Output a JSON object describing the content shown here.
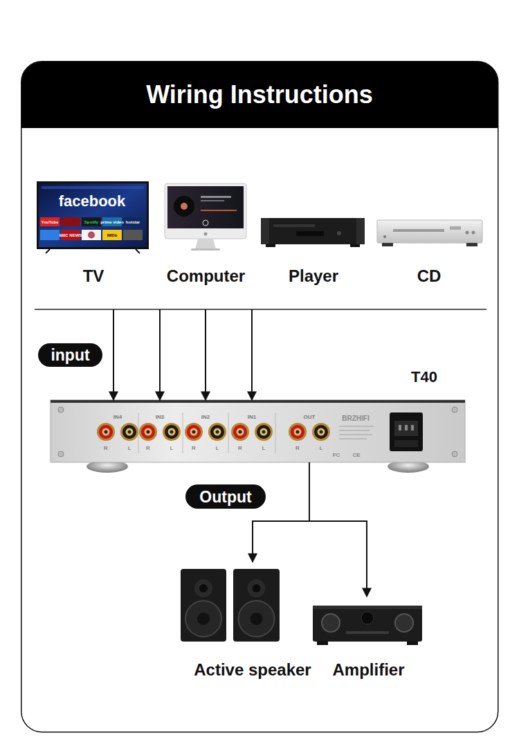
{
  "diagram": {
    "title": "Wiring Instructions",
    "nodes": [
      {
        "text": [
          "TV"
        ]
      },
      {
        "text": [
          "Computer"
        ]
      },
      {
        "text": [
          "Player"
        ]
      },
      {
        "text": [
          "CD"
        ]
      },
      {
        "text": [
          "input"
        ]
      },
      {
        "text": [
          "T40"
        ]
      },
      {
        "text": [
          "Output"
        ]
      },
      {
        "text": [
          "Active speaker"
        ]
      },
      {
        "text": [
          "Amplifier"
        ]
      }
    ],
    "edges": [
      {
        "from": 0,
        "to": 5,
        "arrow": "to"
      },
      {
        "from": 1,
        "to": 5,
        "arrow": "to"
      },
      {
        "from": 2,
        "to": 5,
        "arrow": "to"
      },
      {
        "from": 3,
        "to": 5,
        "arrow": "to"
      },
      {
        "from": 5,
        "to": 7,
        "arrow": "to"
      },
      {
        "from": 5,
        "to": 8,
        "arrow": "to"
      }
    ],
    "labels": [
      "facebook",
      "YouTube",
      "Spotify",
      "prime video",
      "hotstar",
      "BBC NEWS",
      "IMDb",
      "IN4",
      "IN3",
      "IN2",
      "IN1",
      "OUT",
      "R",
      "L",
      "R",
      "L",
      "R",
      "L",
      "R",
      "L",
      "R",
      "L",
      "BRZHIFI",
      "FC",
      "CE"
    ]
  }
}
